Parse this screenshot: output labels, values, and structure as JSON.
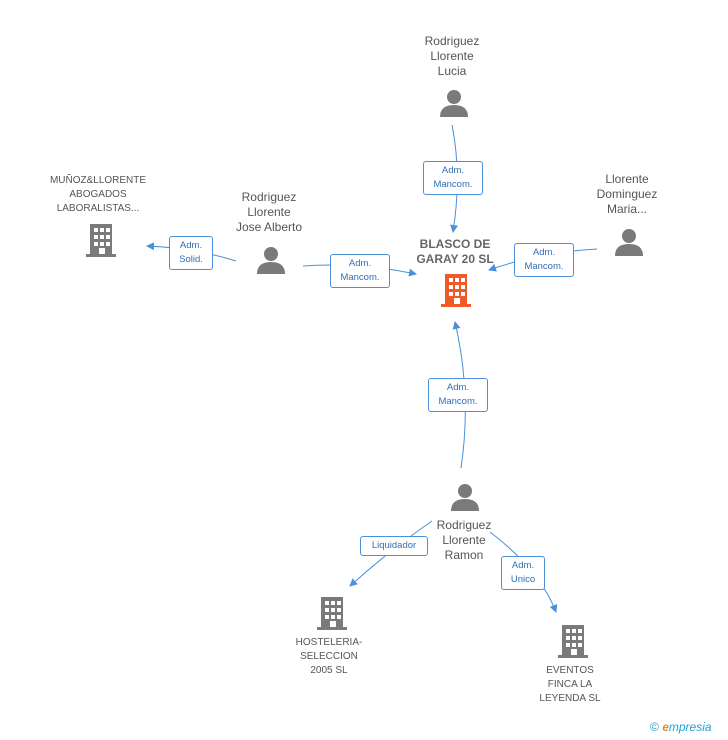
{
  "nodes": {
    "center": {
      "lines": [
        "BLASCO DE",
        "GARAY 20 SL"
      ],
      "icon": "building-icon",
      "color": "#f05a28"
    },
    "lucia": {
      "lines": [
        "Rodriguez",
        "Llorente",
        "Lucia"
      ],
      "icon": "person-icon"
    },
    "maria": {
      "lines": [
        "Llorente",
        "Dominguez",
        "Maria..."
      ],
      "icon": "person-icon"
    },
    "jose": {
      "lines": [
        "Rodriguez",
        "Llorente",
        "Jose Alberto"
      ],
      "icon": "person-icon"
    },
    "munoz": {
      "lines": [
        "MUÑOZ&LLORENTE",
        "ABOGADOS",
        "LABORALISTAS..."
      ],
      "icon": "building-icon"
    },
    "ramon": {
      "lines": [
        "Rodriguez",
        "Llorente",
        "Ramon"
      ],
      "icon": "person-icon"
    },
    "hosteleria": {
      "lines": [
        "HOSTELERIA-",
        "SELECCION",
        "2005 SL"
      ],
      "icon": "building-icon"
    },
    "eventos": {
      "lines": [
        "EVENTOS",
        "FINCA LA",
        "LEYENDA SL"
      ],
      "icon": "building-icon"
    }
  },
  "edges": {
    "lucia_center": [
      "Adm.",
      "Mancom."
    ],
    "maria_center": [
      "Adm.",
      "Mancom."
    ],
    "jose_center": [
      "Adm.",
      "Mancom."
    ],
    "jose_munoz": [
      "Adm.",
      "Solid."
    ],
    "ramon_center": [
      "Adm.",
      "Mancom."
    ],
    "ramon_hosteleria": [
      "Liquidador"
    ],
    "ramon_eventos": [
      "Adm.",
      "Unico"
    ]
  },
  "colors": {
    "edge": "#4a90d9",
    "person": "#7a7a7a",
    "building": "#7a7a7a",
    "center_building": "#f05a28"
  },
  "footer": {
    "copyright": "©",
    "brand_first": "e",
    "brand_rest": "mpresia"
  }
}
